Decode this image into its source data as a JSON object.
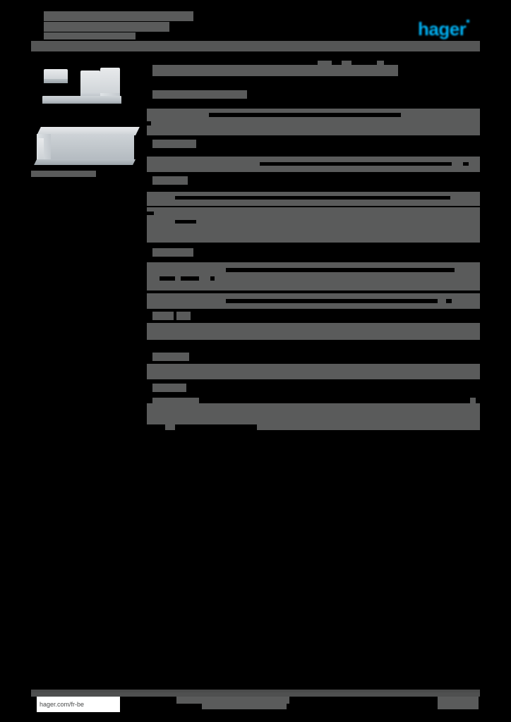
{
  "document": {
    "kind": "product-datasheet",
    "brand": "hager",
    "brand_color": "#00AEEF",
    "page_background": "#000000",
    "redaction_color": "#5A5B5B",
    "redaction_note": "All body text in this page is obscured by solid grey redaction blocks; only the brand logo and the footer URL remain legible."
  },
  "header": {
    "logo_text": "hager",
    "title_line_1_redacted": true,
    "title_line_2_redacted": true,
    "subtitle_redacted": true,
    "rule_visible": true
  },
  "left_column": {
    "images": [
      {
        "name": "product-photo-accessory",
        "caption_redacted": true
      },
      {
        "name": "product-photo-trunking",
        "caption_redacted": true
      }
    ],
    "caption_redacted": true
  },
  "spec_table": {
    "heading_redacted": true,
    "sections": [
      {
        "name": "section-1",
        "title_redacted": true,
        "rows_redacted": true
      },
      {
        "name": "section-2",
        "title_redacted": true,
        "rows_redacted": true
      },
      {
        "name": "section-3",
        "title_redacted": true,
        "rows_redacted": true
      },
      {
        "name": "section-4",
        "title_redacted": true,
        "rows_redacted": true
      },
      {
        "name": "section-5",
        "title_redacted": true,
        "rows_redacted": true
      },
      {
        "name": "section-6",
        "title_redacted": true,
        "rows_redacted": true
      }
    ]
  },
  "footer": {
    "url": "hager.com/fr-be",
    "center_text_redacted": true,
    "page_number_redacted": true
  }
}
